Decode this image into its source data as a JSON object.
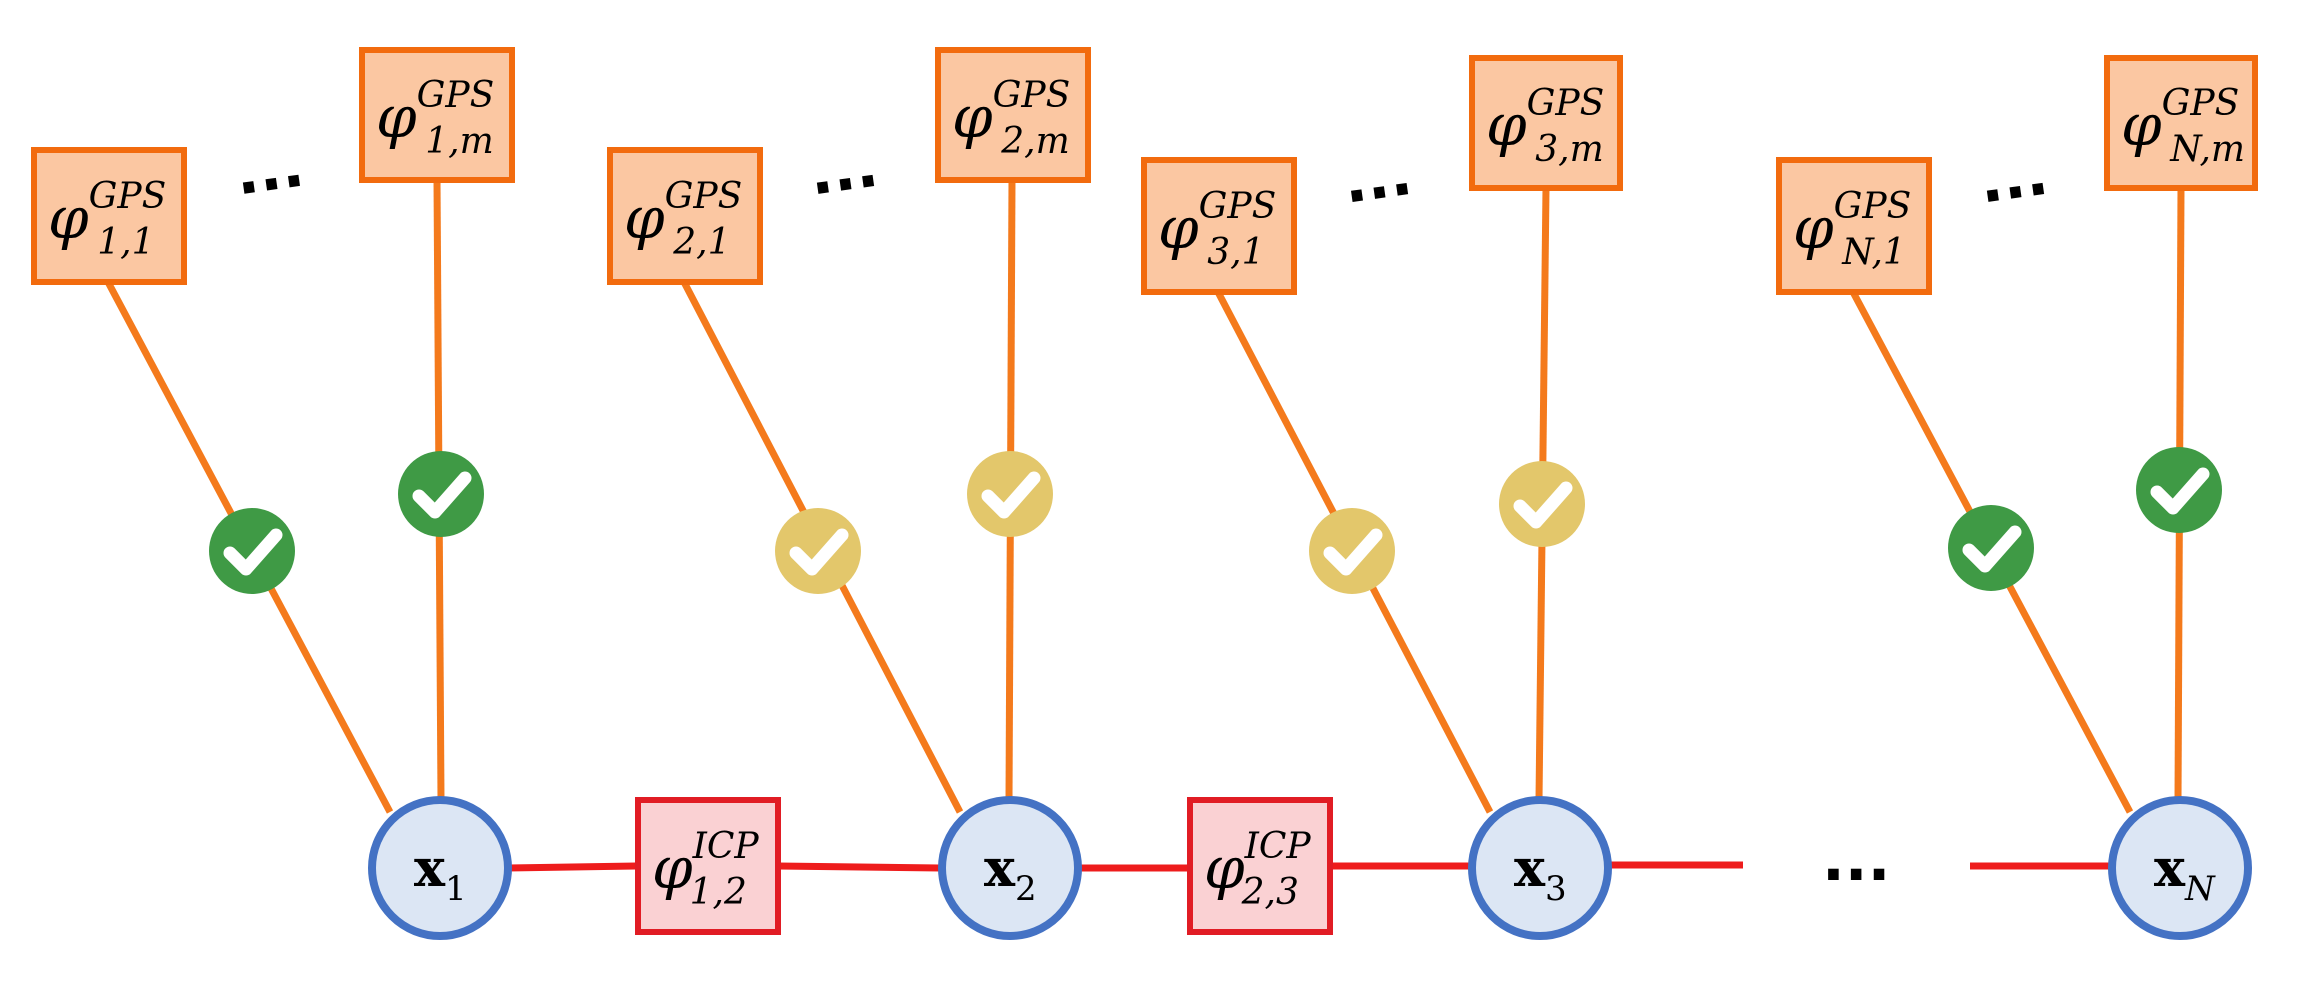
{
  "colors": {
    "gps_fill": "#fbc7a2",
    "gps_stroke": "#f26b0e",
    "gps_edge": "#f47a1c",
    "icp_fill": "#fad1d3",
    "icp_stroke": "#e11c24",
    "icp_edge": "#ee1c1c",
    "var_fill": "#dce6f4",
    "var_stroke": "#4472c4",
    "check_green": "#3f9a45",
    "check_yellow": "#e3c76b"
  },
  "variables": [
    {
      "symbol": "x",
      "sub": "1"
    },
    {
      "symbol": "x",
      "sub": "2"
    },
    {
      "symbol": "x",
      "sub": "3"
    },
    {
      "symbol": "x",
      "sub": "N"
    }
  ],
  "icp_factors": [
    {
      "symbol": "φ",
      "sup": "ICP",
      "sub": "1,2"
    },
    {
      "symbol": "φ",
      "sup": "ICP",
      "sub": "2,3"
    }
  ],
  "gps_factors": [
    {
      "symbol": "φ",
      "sup": "GPS",
      "sub": "1,1",
      "status": "green"
    },
    {
      "symbol": "φ",
      "sup": "GPS",
      "sub": "1,m",
      "status": "green"
    },
    {
      "symbol": "φ",
      "sup": "GPS",
      "sub": "2,1",
      "status": "yellow"
    },
    {
      "symbol": "φ",
      "sup": "GPS",
      "sub": "2,m",
      "status": "yellow"
    },
    {
      "symbol": "φ",
      "sup": "GPS",
      "sub": "3,1",
      "status": "yellow"
    },
    {
      "symbol": "φ",
      "sup": "GPS",
      "sub": "3,m",
      "status": "yellow"
    },
    {
      "symbol": "φ",
      "sup": "GPS",
      "sub": "N,1",
      "status": "green"
    },
    {
      "symbol": "φ",
      "sup": "GPS",
      "sub": "N,m",
      "status": "green"
    }
  ],
  "ellipsis": "..."
}
